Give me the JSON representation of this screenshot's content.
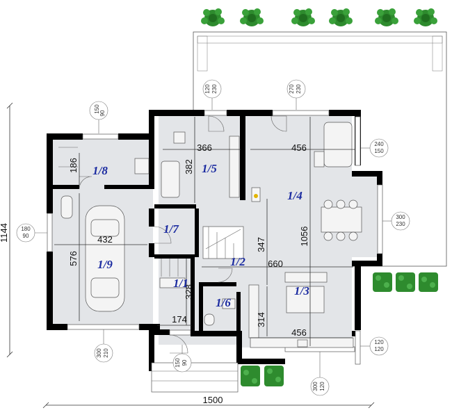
{
  "rooms": [
    {
      "id": "1/1",
      "label": "1/1"
    },
    {
      "id": "1/2",
      "label": "1/2"
    },
    {
      "id": "1/3",
      "label": "1/3"
    },
    {
      "id": "1/4",
      "label": "1/4"
    },
    {
      "id": "1/5",
      "label": "1/5"
    },
    {
      "id": "1/6",
      "label": "1/6"
    },
    {
      "id": "1/7",
      "label": "1/7"
    },
    {
      "id": "1/8",
      "label": "1/8"
    },
    {
      "id": "1/9",
      "label": "1/9"
    }
  ],
  "dimensions": {
    "total_width": "1500",
    "total_height": "1144",
    "d366": "366",
    "d456_top": "456",
    "d382": "382",
    "d186": "186",
    "d432": "432",
    "d576": "576",
    "d347": "347",
    "d1056": "1056",
    "d660": "660",
    "d328": "328",
    "d174": "174",
    "d314": "314",
    "d456_bottom": "456"
  },
  "window_tags": [
    {
      "top": "150",
      "bottom": "90"
    },
    {
      "top": "120",
      "bottom": "230"
    },
    {
      "top": "270",
      "bottom": "230"
    },
    {
      "top": "240",
      "bottom": "150"
    },
    {
      "top": "180",
      "bottom": "90"
    },
    {
      "top": "300",
      "bottom": "230"
    },
    {
      "top": "300",
      "bottom": "210"
    },
    {
      "top": "150",
      "bottom": "90"
    },
    {
      "top": "120",
      "bottom": "120"
    },
    {
      "top": "300",
      "bottom": "120"
    }
  ],
  "colors": {
    "room_label": "#1a2aa0",
    "wall": "#000000",
    "floor": "#e3e5e8",
    "tree": "#2e8b2e"
  }
}
